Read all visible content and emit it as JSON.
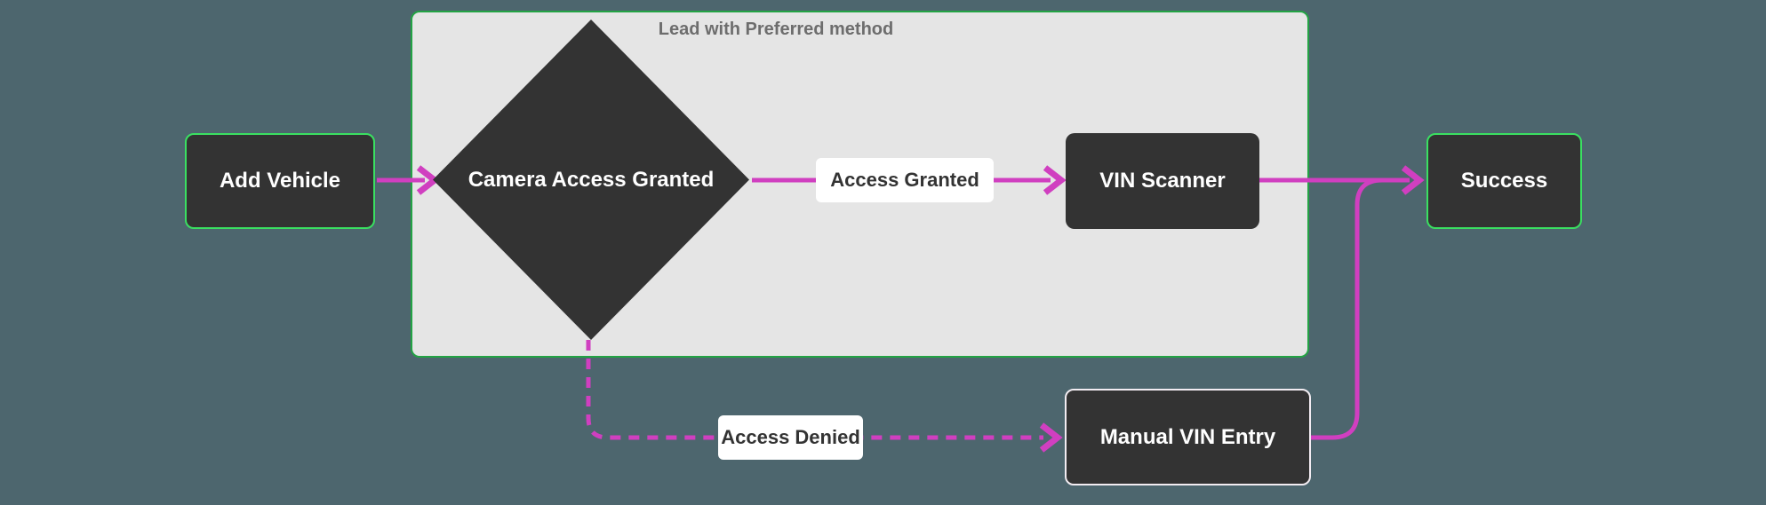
{
  "diagram": {
    "type": "flowchart",
    "direction": "left-to-right",
    "container": {
      "title": "Lead with Preferred method"
    },
    "nodes": {
      "add_vehicle": {
        "label": "Add Vehicle",
        "shape": "rect"
      },
      "camera_access": {
        "label": "Camera Access Granted",
        "shape": "diamond"
      },
      "vin_scanner": {
        "label": "VIN Scanner",
        "shape": "rect"
      },
      "manual_vin_entry": {
        "label": "Manual VIN Entry",
        "shape": "rect"
      },
      "success": {
        "label": "Success",
        "shape": "rect"
      }
    },
    "edge_labels": {
      "access_granted": "Access Granted",
      "access_denied": "Access Denied"
    },
    "edges": [
      {
        "from": "add_vehicle",
        "to": "camera_access",
        "label": "",
        "style": "solid"
      },
      {
        "from": "camera_access",
        "to": "vin_scanner",
        "label": "Access Granted",
        "style": "solid"
      },
      {
        "from": "camera_access",
        "to": "manual_vin_entry",
        "label": "Access Denied",
        "style": "dashed"
      },
      {
        "from": "vin_scanner",
        "to": "success",
        "label": "",
        "style": "solid"
      },
      {
        "from": "manual_vin_entry",
        "to": "success",
        "label": "",
        "style": "solid"
      }
    ],
    "colors": {
      "background": "#4d666e",
      "container_fill": "#e5e5e5",
      "container_border": "#23a344",
      "node_fill": "#333333",
      "node_text": "#ffffff",
      "node_border_green": "#3ae061",
      "node_border_light": "#f2ecf2",
      "edge": "#d03fc0",
      "edge_label_bg": "#ffffff",
      "edge_label_text": "#333333",
      "title_text": "#6d6d6d"
    }
  }
}
